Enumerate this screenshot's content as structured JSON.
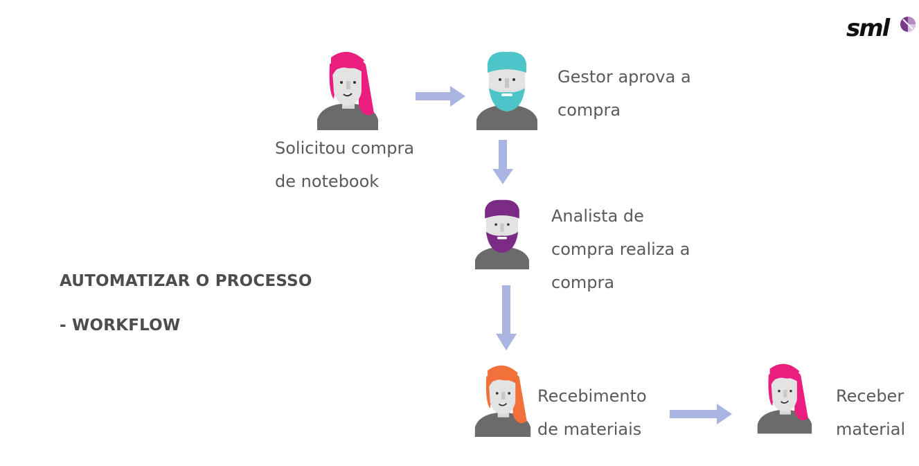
{
  "logo": {
    "text": "sml",
    "accent_color": "#7a3a8a"
  },
  "heading": {
    "line1": "AUTOMATIZAR O PROCESSO",
    "line2": "- WORKFLOW"
  },
  "arrow_color": "#aab4e0",
  "steps": [
    {
      "lines": [
        "Solicitou compra",
        "de notebook"
      ],
      "avatar": "woman-pink-hair-icon",
      "hair_color": "#e91e7e"
    },
    {
      "lines": [
        "Gestor aprova a",
        "compra"
      ],
      "avatar": "man-teal-beard-icon",
      "hair_color": "#4cc4c8"
    },
    {
      "lines": [
        "Analista de",
        "compra realiza a",
        "compra"
      ],
      "avatar": "man-purple-beard-icon",
      "hair_color": "#7b2a85"
    },
    {
      "lines": [
        "Recebimento",
        "de materiais"
      ],
      "avatar": "woman-orange-hair-icon",
      "hair_color": "#f2703a"
    },
    {
      "lines": [
        "Receber",
        "material"
      ],
      "avatar": "woman-pink-hair-icon",
      "hair_color": "#e91e7e"
    }
  ]
}
